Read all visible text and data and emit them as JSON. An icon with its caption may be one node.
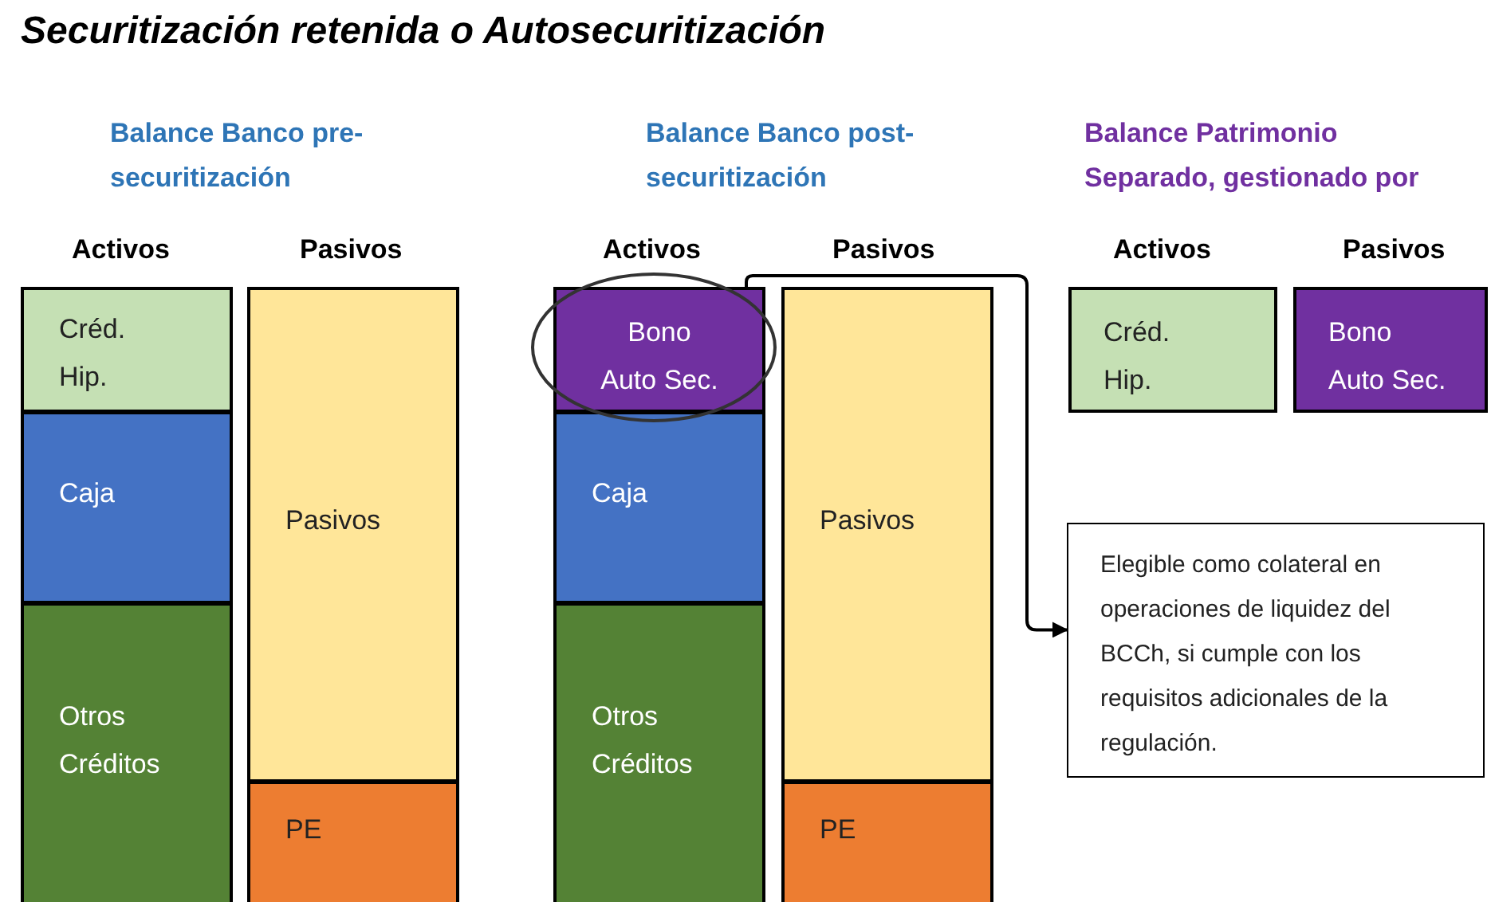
{
  "diagram": {
    "title": "Securitización retenida o Autosecuritización",
    "nodes": [
      {
        "text": [
          "Créd. Hip."
        ]
      },
      {
        "text": [
          "Caja"
        ]
      },
      {
        "text": [
          "Otros Créditos"
        ]
      },
      {
        "text": [
          "Pasivos"
        ]
      },
      {
        "text": [
          "PE"
        ]
      },
      {
        "text": [
          "Bono Auto Sec."
        ]
      },
      {
        "text": [
          "Caja"
        ]
      },
      {
        "text": [
          "Otros Créditos"
        ]
      },
      {
        "text": [
          "Pasivos"
        ]
      },
      {
        "text": [
          "PE"
        ]
      },
      {
        "text": [
          "Créd. Hip."
        ]
      },
      {
        "text": [
          "Bono Auto Sec."
        ]
      },
      {
        "text": [
          "Elegible como colateral en operaciones de liquidez del BCCh, si cumple con los requisitos adicionales de la regulación."
        ]
      }
    ],
    "edges": [
      {
        "from": 5,
        "to": 12,
        "arrow": "to"
      }
    ],
    "labels": [
      "Balance Banco pre-securitización",
      "Balance Banco post-securitización",
      "Balance Patrimonio Separado, gestionado por",
      "Activos",
      "Pasivos",
      "Activos",
      "Pasivos",
      "Activos",
      "Pasivos"
    ]
  }
}
